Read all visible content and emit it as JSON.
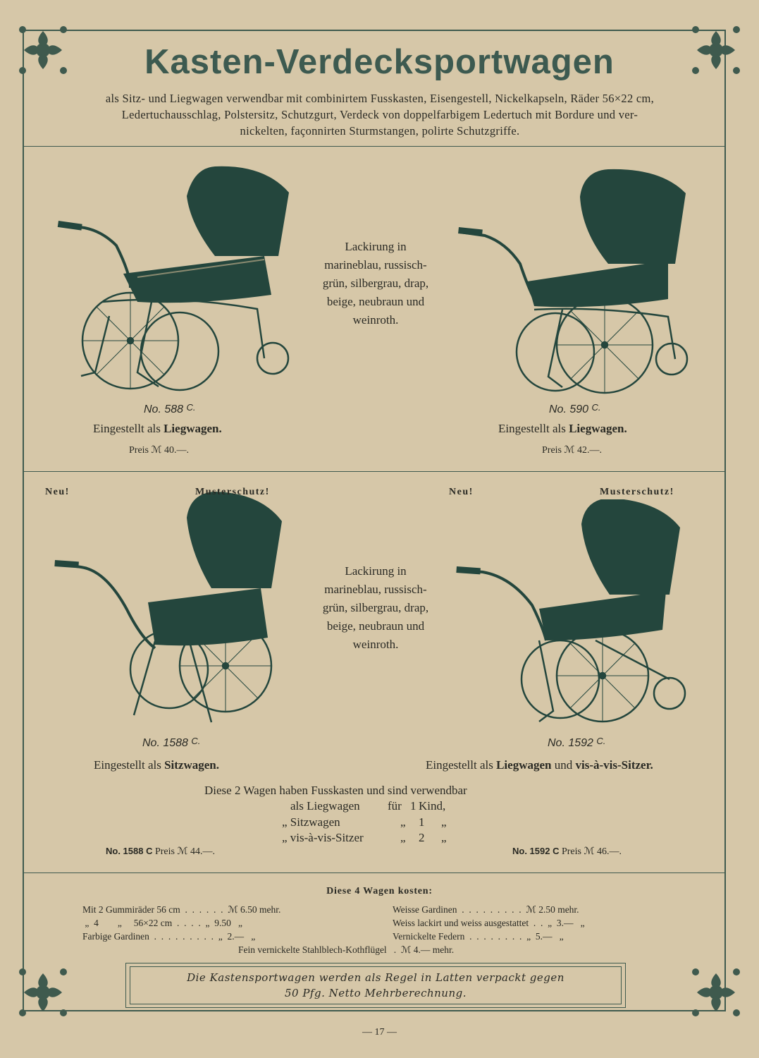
{
  "title": "Kasten-Verdecksportwagen",
  "intro": [
    "als Sitz- und Liegwagen verwendbar mit combinirtem Fusskasten, Eisengestell, Nickelkapseln, Räder 56×22 cm,",
    "Ledertuchausschlag, Polstersitz, Schutzgurt, Verdeck von doppelfarbigem Ledertuch mit Bordure und ver-",
    "nickelten, façonnirten Sturmstangen, polirte Schutzgriffe."
  ],
  "lackierung": [
    "Lackirung in",
    "marineblau, russisch-",
    "grün, silbergrau, drap,",
    "beige, neubraun und",
    "weinroth."
  ],
  "models": [
    {
      "no": "No. 588",
      "suffix": "C.",
      "label": "Eingestellt als",
      "type": "Liegwagen.",
      "price": "Preis ℳ 40.—."
    },
    {
      "no": "No. 590",
      "suffix": "C.",
      "label": "Eingestellt als",
      "type": "Liegwagen.",
      "price": "Preis ℳ 42.—."
    },
    {
      "no": "No. 1588",
      "suffix": "C.",
      "label": "Eingestellt als",
      "type": "Sitzwagen."
    },
    {
      "no": "No. 1592",
      "suffix": "C.",
      "label": "Eingestellt als",
      "type": "Liegwagen",
      "and": "und",
      "type2": "vis-à-vis-Sitzer."
    }
  ],
  "badges": {
    "neu": "Neu!",
    "muster": "Musterschutz!"
  },
  "note": {
    "line1": "Diese 2 Wagen haben Fusskasten und sind verwendbar",
    "rows": [
      [
        "als Liegwagen",
        "für",
        "1",
        "Kind,"
      ],
      [
        "„ Sitzwagen",
        "„",
        "1",
        "„"
      ],
      [
        "„ vis-à-vis-Sitzer",
        "„",
        "2",
        "„"
      ]
    ]
  },
  "bottom_prices": {
    "left_no": "No. 1588 C",
    "left_price": "Preis ℳ 44.—.",
    "right_no": "No. 1592 C",
    "right_price": "Preis ℳ 46.—."
  },
  "costs": {
    "title": "Diese 4 Wagen kosten:",
    "left": [
      "Mit 2 Gummiräder 56 cm  .  .  .  .  .  .  ℳ 6.50 mehr.",
      " „  4        „     56×22 cm  .  .  .  .  „  9.50   „",
      "Farbige Gardinen  .  .  .  .  .  .  .  .  .  „  2.—   „"
    ],
    "right": [
      "Weisse Gardinen  .  .  .  .  .  .  .  .  .  ℳ 2.50 mehr.",
      "Weiss lackirt und weiss ausgestattet  .  .  „  3.—   „",
      "Vernickelte Federn  .  .  .  .  .  .  .  .  „  5.—   „"
    ],
    "last": "Fein vernickelte Stahlblech-Kothflügel   .  ℳ 4.— mehr."
  },
  "box": [
    "Die Kastensportwagen werden als Regel in Latten verpackt gegen",
    "50 Pfg. Netto Mehrberechnung."
  ],
  "page": "— 17 —",
  "colors": {
    "paper": "#d6c7a8",
    "ink": "#2a2a24",
    "green": "#3d5a50",
    "pram": "#24463d"
  }
}
